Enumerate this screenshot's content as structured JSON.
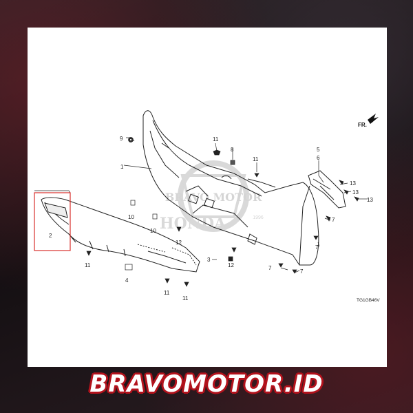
{
  "diagram": {
    "callouts": {
      "c1": "1",
      "c2": "2",
      "c3": "3",
      "c4": "4",
      "c5": "5",
      "c6": "6",
      "c7a": "7",
      "c7b": "7",
      "c7c": "7",
      "c7d": "7",
      "c8": "8",
      "c9": "9",
      "c10a": "10",
      "c10b": "10",
      "c11a": "11",
      "c11b": "11",
      "c11c": "11",
      "c11d": "11",
      "c11e": "11",
      "c12a": "12",
      "c12b": "12",
      "c13a": "13",
      "c13b": "13",
      "c13c": "13"
    },
    "diagram_code": "TG1GB46V",
    "direction_label": "FR."
  },
  "watermark": {
    "text_top": "BRAVO MOTOR",
    "text_brand": "HONDA",
    "year": "1996"
  },
  "footer": {
    "brand": "BRAVOMOTOR.ID"
  },
  "colors": {
    "highlight_box": "#d9302c",
    "brand_outline": "#b3121c",
    "line": "#222222"
  }
}
